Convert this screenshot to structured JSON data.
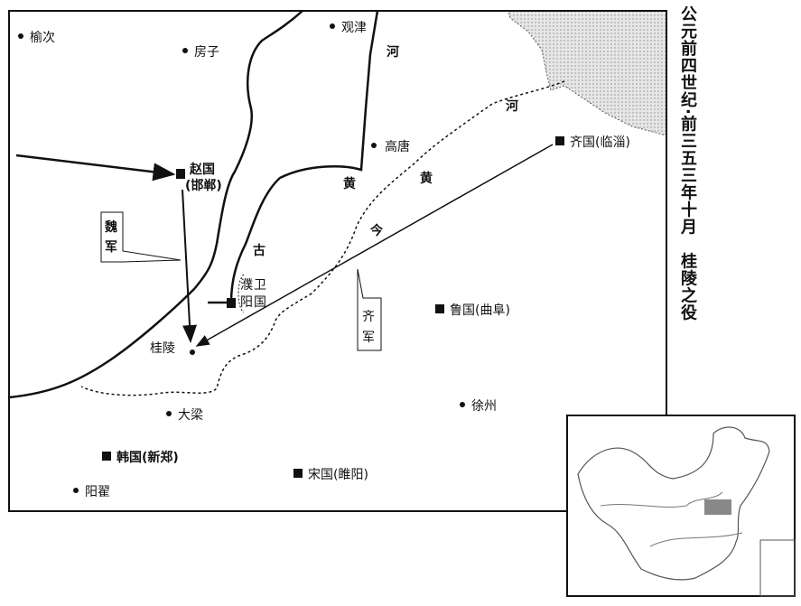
{
  "title": "公元前四世纪·前三五三年十月　桂陵之役",
  "places": {
    "yuci": "榆次",
    "fangzi": "房子",
    "guanjin": "观津",
    "gaotang": "高唐",
    "zhao": "赵国",
    "zhao_capital": "(邯郸)",
    "qi": "齐国(临淄)",
    "wei_state": "卫国",
    "puyang_1": "濮",
    "puyang_2": "阳",
    "wei_1": "卫",
    "wei_2": "国",
    "lu": "鲁国(曲阜)",
    "guiling": "桂陵",
    "daliang": "大梁",
    "xuzhou": "徐州",
    "han": "韩国(新郑)",
    "song": "宋国(睢阳)",
    "yangzhai": "阳翟"
  },
  "rivers": {
    "he1": "河",
    "he2": "河",
    "huang1": "黄",
    "huang2": "黄",
    "jin": "今",
    "gu": "古"
  },
  "armies": {
    "wei": [
      "魏",
      "军"
    ],
    "qi": [
      "齐",
      "军"
    ]
  },
  "colors": {
    "sea": "#d8d8d8",
    "ink": "#111111",
    "highlight": "#888888"
  }
}
